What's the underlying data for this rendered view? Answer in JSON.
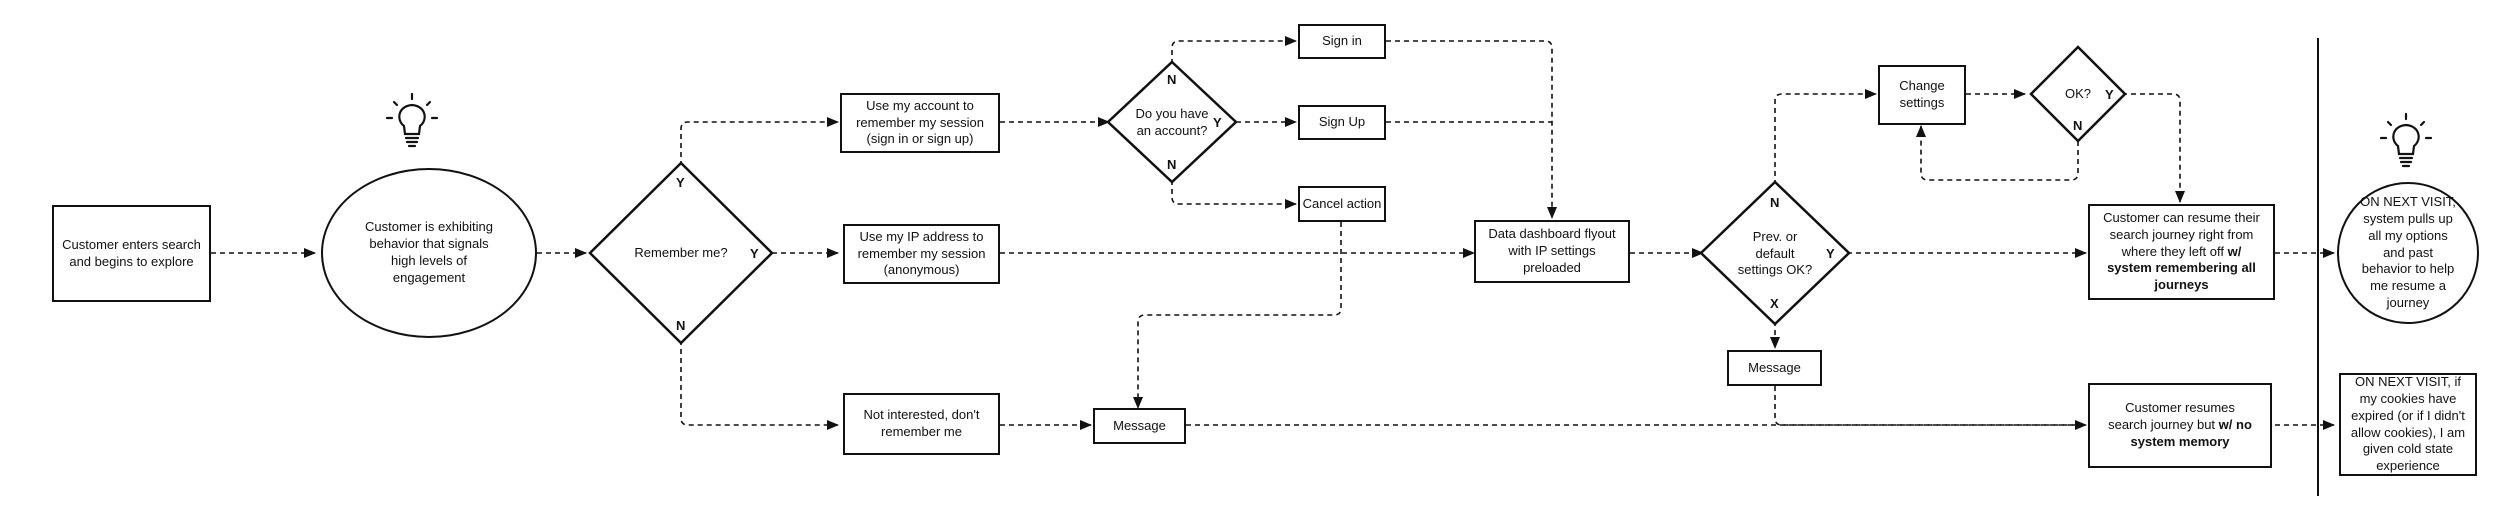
{
  "nodes": {
    "customer_enters": "Customer enters search and begins to explore",
    "exhibiting": "Customer is exhibiting behavior that signals high levels of engagement",
    "remember_me": "Remember me?",
    "use_account": "Use my account to remember my session (sign in or sign up)",
    "use_ip": "Use my IP address to remember my session (anonymous)",
    "not_interested": "Not interested, don't remember me",
    "do_you_have_account": "Do you have an account?",
    "sign_in": "Sign in",
    "sign_up": "Sign Up",
    "cancel_action": "Cancel action",
    "message_1": "Message",
    "dashboard": "Data dashboard flyout with IP settings preloaded",
    "prev_default": "Prev. or default settings OK?",
    "change_settings": "Change settings",
    "ok": "OK?",
    "message_2": "Message",
    "resume_pre": "Customer can resume their search journey right from where they left off ",
    "resume_bold": "w/ system remembering all journeys",
    "resume_no_pre": "Customer resumes search journey but ",
    "resume_no_bold": "w/ no system memory",
    "next_visit": "ON NEXT VISIT, system pulls up all my options and past behavior to help me resume a journey",
    "next_visit_expired": "ON NEXT VISIT, if my cookies have expired (or if I didn't allow cookies), I am given cold state experience"
  },
  "labels": {
    "remember_y_top": "Y",
    "remember_y_right": "Y",
    "remember_n": "N",
    "account_n_top": "N",
    "account_y": "Y",
    "account_n_bottom": "N",
    "prev_n": "N",
    "prev_y": "Y",
    "prev_x": "X",
    "ok_y": "Y",
    "ok_n": "N"
  },
  "icons": [
    "lightbulb-icon",
    "lightbulb-icon"
  ]
}
